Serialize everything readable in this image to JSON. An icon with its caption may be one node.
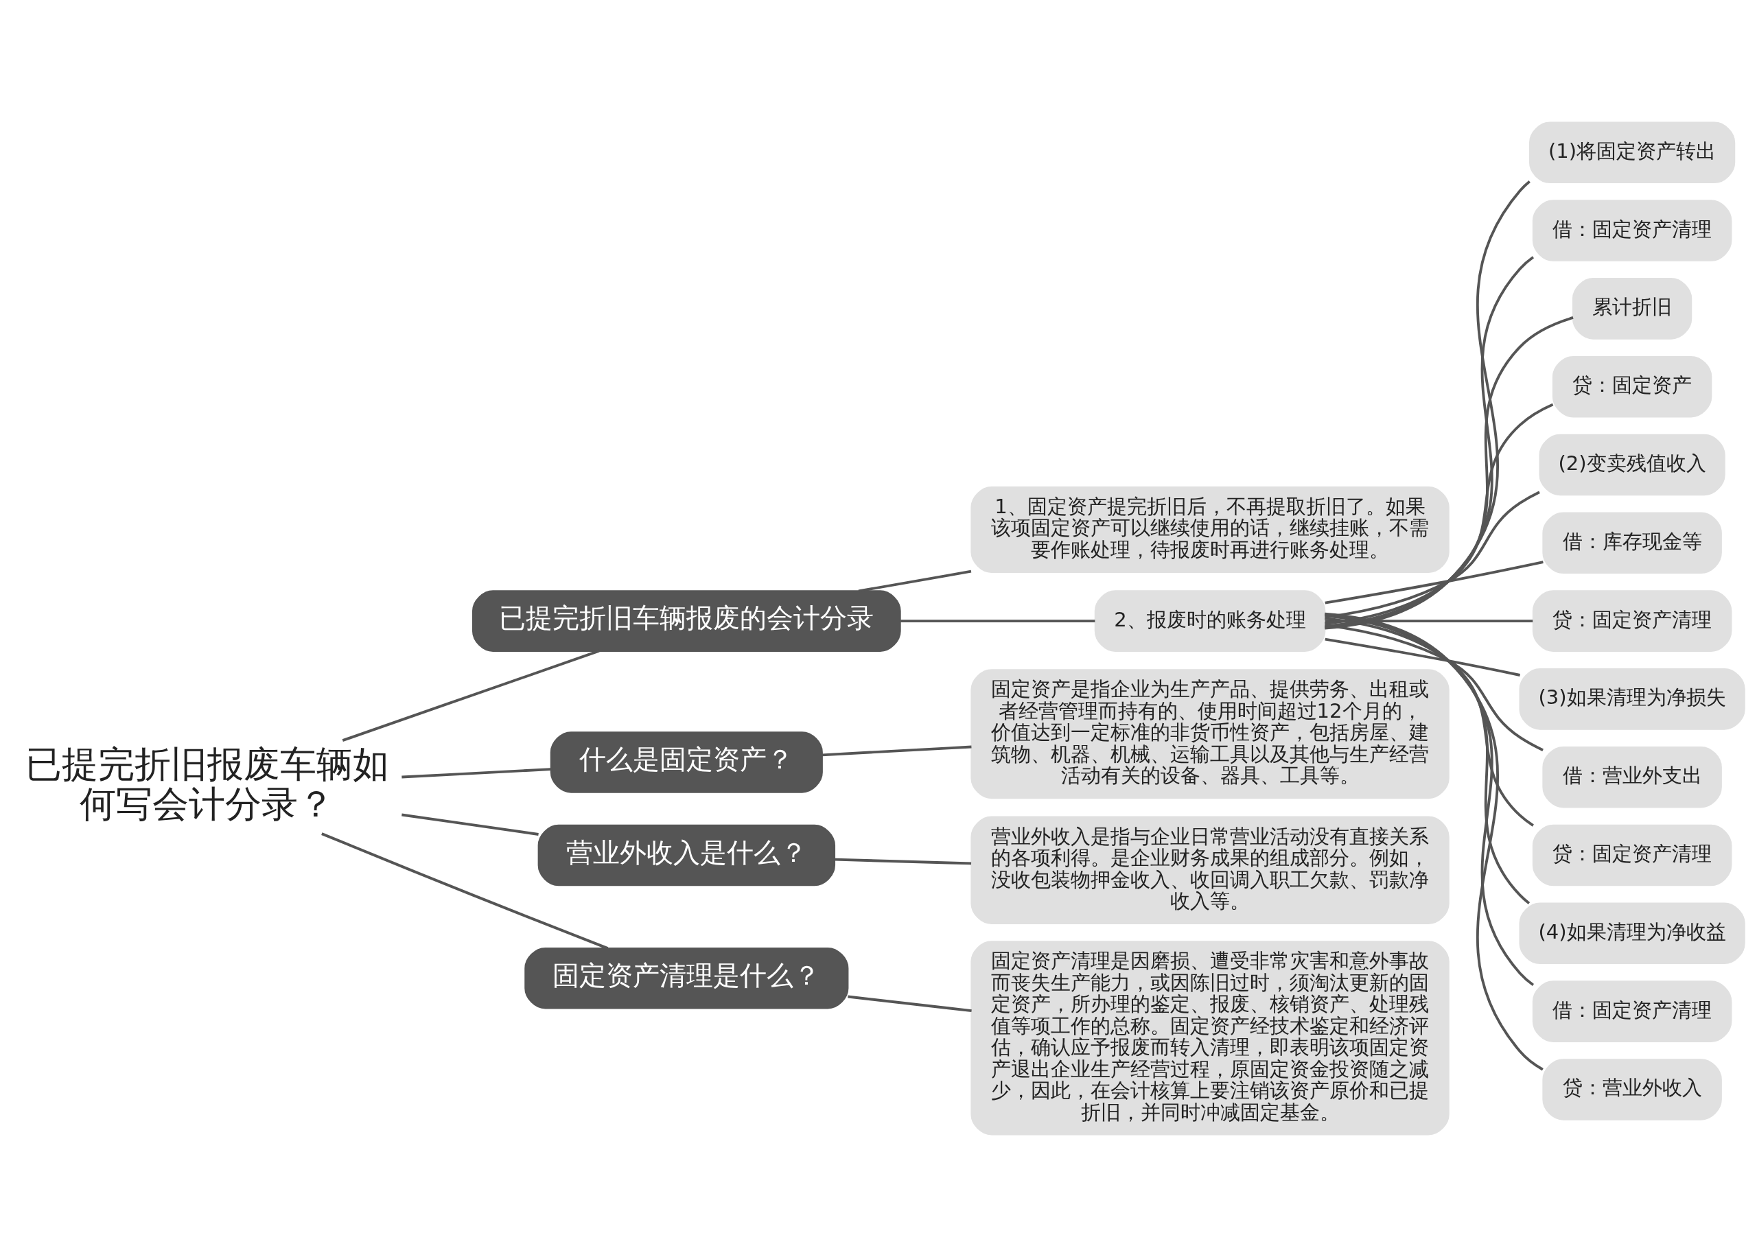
{
  "diagram": {
    "nodes": [
      {
        "text": [
          "已提完折旧报废车辆如何写会计分录？"
        ]
      },
      {
        "text": [
          "已提完折旧车辆报废的会计分录"
        ]
      },
      {
        "text": [
          "1、固定资产提完折旧后，不再提取折旧了。如果该项固定资产可以继续使用的话，继续挂账，不需要作账处理，待报废时再进行账务处理。"
        ]
      },
      {
        "text": [
          "2、报废时的账务处理"
        ]
      },
      {
        "text": [
          "(1)将固定资产转出"
        ]
      },
      {
        "text": [
          "借：固定资产清理"
        ]
      },
      {
        "text": [
          "累计折旧"
        ]
      },
      {
        "text": [
          "贷：固定资产"
        ]
      },
      {
        "text": [
          "(2)变卖残值收入"
        ]
      },
      {
        "text": [
          "借：库存现金等"
        ]
      },
      {
        "text": [
          "贷：固定资产清理"
        ]
      },
      {
        "text": [
          "(3)如果清理为净损失"
        ]
      },
      {
        "text": [
          "借：营业外支出"
        ]
      },
      {
        "text": [
          "贷：固定资产清理"
        ]
      },
      {
        "text": [
          "(4)如果清理为净收益"
        ]
      },
      {
        "text": [
          "借：固定资产清理"
        ]
      },
      {
        "text": [
          "贷：营业外收入"
        ]
      },
      {
        "text": [
          "什么是固定资产？"
        ]
      },
      {
        "text": [
          "固定资产是指企业为生产产品、提供劳务、出租或者经营管理而持有的、使用时间超过12个月的，价值达到一定标准的非货币性资产，包括房屋、建筑物、机器、机械、运输工具以及其他与生产经营活动有关的设备、器具、工具等。"
        ]
      },
      {
        "text": [
          "营业外收入是什么？"
        ]
      },
      {
        "text": [
          "营业外收入是指与企业日常营业活动没有直接关系的各项利得。是企业财务成果的组成部分。例如，没收包装物押金收入、收回调入职工欠款、罚款净收入等。"
        ]
      },
      {
        "text": [
          "固定资产清理是什么？"
        ]
      },
      {
        "text": [
          "固定资产清理是因磨损、遭受非常灾害和意外事故而丧失生产能力，或因陈旧过时，须淘汰更新的固定资产，所办理的鉴定、报废、核销资产、处理残值等项工作的总称。固定资产经技术鉴定和经济评估，确认应予报废而转入清理，即表明该项固定资产退出企业生产经营过程，原固定资金投资随之减少，因此，在会计核算上要注销该资产原价和已提折旧，并同时冲减固定基金。"
        ]
      }
    ],
    "edges": [
      {
        "from": 0,
        "to": 1,
        "arrow": "none"
      },
      {
        "from": 1,
        "to": 2,
        "arrow": "none"
      },
      {
        "from": 1,
        "to": 3,
        "arrow": "none"
      },
      {
        "from": 3,
        "to": 4,
        "arrow": "none"
      },
      {
        "from": 3,
        "to": 5,
        "arrow": "none"
      },
      {
        "from": 3,
        "to": 6,
        "arrow": "none"
      },
      {
        "from": 3,
        "to": 7,
        "arrow": "none"
      },
      {
        "from": 3,
        "to": 8,
        "arrow": "none"
      },
      {
        "from": 3,
        "to": 9,
        "arrow": "none"
      },
      {
        "from": 3,
        "to": 10,
        "arrow": "none"
      },
      {
        "from": 3,
        "to": 11,
        "arrow": "none"
      },
      {
        "from": 3,
        "to": 12,
        "arrow": "none"
      },
      {
        "from": 3,
        "to": 13,
        "arrow": "none"
      },
      {
        "from": 3,
        "to": 14,
        "arrow": "none"
      },
      {
        "from": 3,
        "to": 15,
        "arrow": "none"
      },
      {
        "from": 3,
        "to": 16,
        "arrow": "none"
      },
      {
        "from": 0,
        "to": 17,
        "arrow": "none"
      },
      {
        "from": 17,
        "to": 18,
        "arrow": "none"
      },
      {
        "from": 0,
        "to": 19,
        "arrow": "none"
      },
      {
        "from": 19,
        "to": 20,
        "arrow": "none"
      },
      {
        "from": 0,
        "to": 21,
        "arrow": "none"
      },
      {
        "from": 21,
        "to": 22,
        "arrow": "none"
      }
    ]
  }
}
